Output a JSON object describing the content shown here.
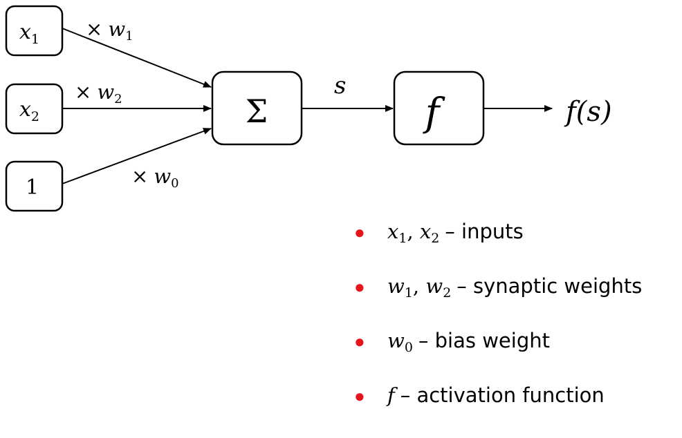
{
  "diagram": {
    "inputs": [
      {
        "var": "x",
        "sub": "1"
      },
      {
        "var": "x",
        "sub": "2"
      },
      {
        "var": "",
        "sub": "",
        "const": "1"
      }
    ],
    "weights": [
      {
        "prefix": "×",
        "var": "w",
        "sub": "1"
      },
      {
        "prefix": "×",
        "var": "w",
        "sub": "2"
      },
      {
        "prefix": "×",
        "var": "w",
        "sub": "0"
      }
    ],
    "sum_symbol": "Σ",
    "sum_output_label": "s",
    "activation_symbol": "f",
    "output_label": "f(s)"
  },
  "legend": {
    "bullet_color": "#e8141b",
    "items": [
      {
        "symbols": [
          {
            "var": "x",
            "sub": "1"
          },
          {
            "sep": ", "
          },
          {
            "var": "x",
            "sub": "2"
          }
        ],
        "text": "– inputs"
      },
      {
        "symbols": [
          {
            "var": "w",
            "sub": "1"
          },
          {
            "sep": ", "
          },
          {
            "var": "w",
            "sub": "2"
          }
        ],
        "text": "– synaptic weights"
      },
      {
        "symbols": [
          {
            "var": "w",
            "sub": "0"
          }
        ],
        "text": "– bias weight"
      },
      {
        "symbols": [
          {
            "var": "f"
          }
        ],
        "text": "– activation function"
      }
    ]
  }
}
